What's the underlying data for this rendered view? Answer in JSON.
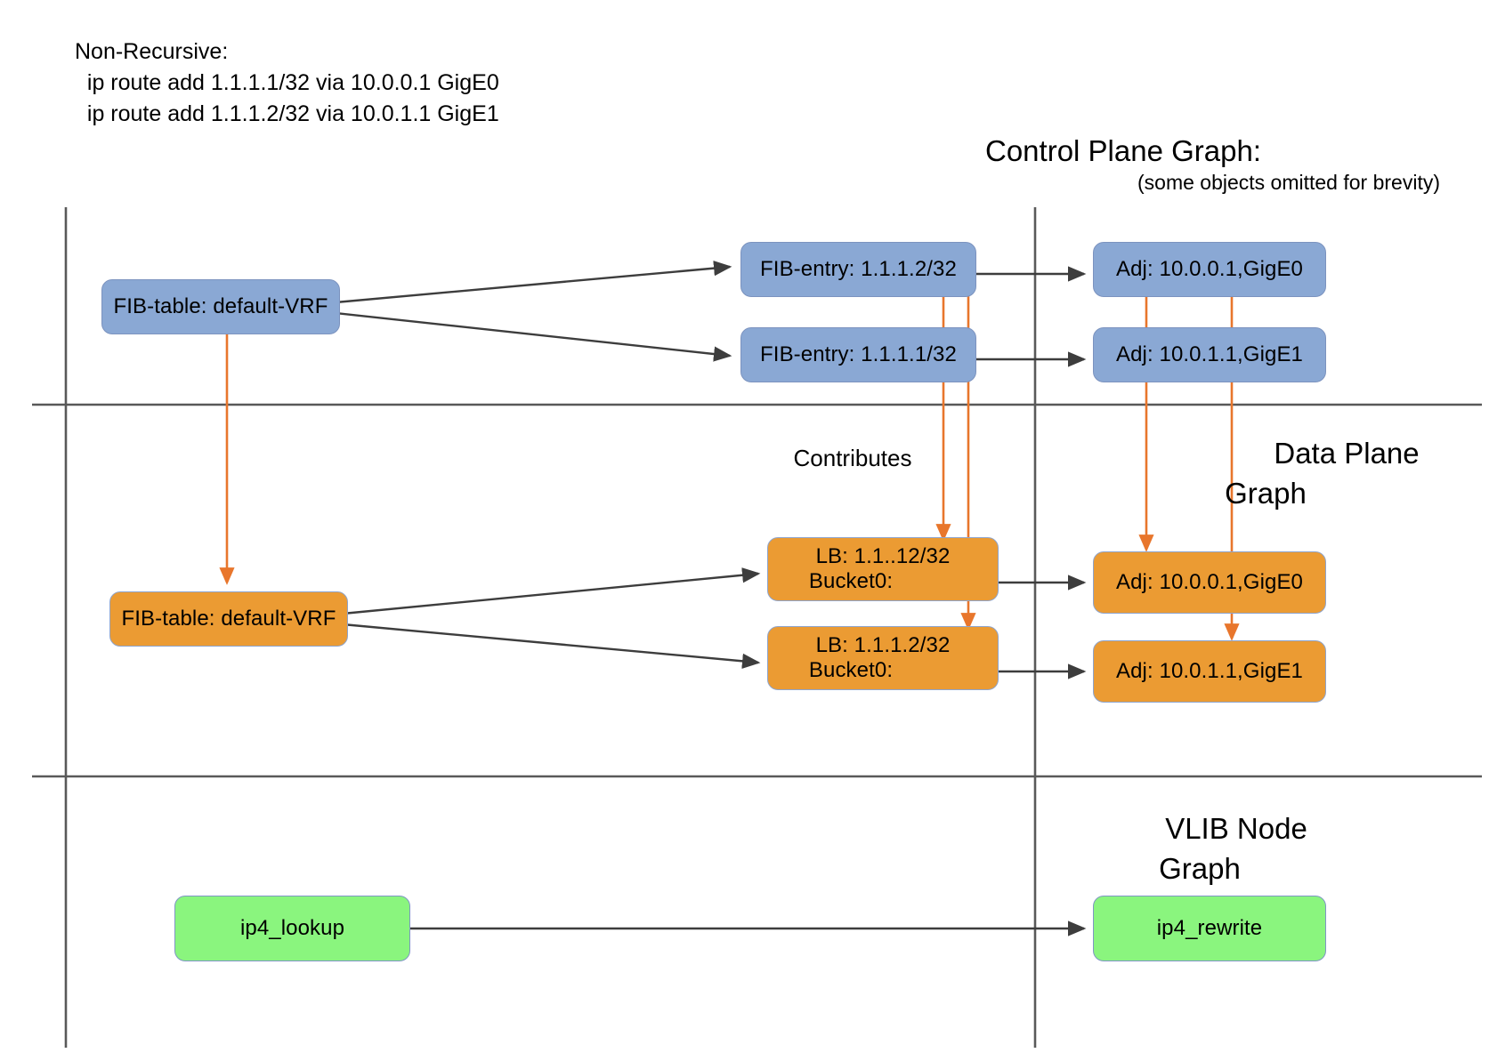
{
  "header": {
    "line1": "Non-Recursive:",
    "line2": "  ip route add 1.1.1.1/32 via 10.0.0.1 GigE0",
    "line3": "  ip route add 1.1.1.2/32 via 10.0.1.1 GigE1"
  },
  "sections": {
    "control_plane": {
      "title": "Control Plane Graph:",
      "subtitle": "(some objects omitted for brevity)"
    },
    "data_plane": {
      "title_line1": "Data Plane",
      "title_line2": "Graph"
    },
    "vlib": {
      "title_line1": "VLIB Node",
      "title_line2": "Graph"
    }
  },
  "labels": {
    "contributes": "Contributes"
  },
  "nodes": {
    "cp_fib_table": "FIB-table: default-VRF",
    "cp_fib_entry_2": "FIB-entry: 1.1.1.2/32",
    "cp_fib_entry_1": "FIB-entry: 1.1.1.1/32",
    "cp_adj_0": "Adj: 10.0.0.1,GigE0",
    "cp_adj_1": "Adj: 10.0.1.1,GigE1",
    "dp_fib_table": "FIB-table: default-VRF",
    "dp_lb_0_line1": "LB: 1.1..12/32",
    "dp_lb_0_line2": "Bucket0:",
    "dp_lb_1_line1": "LB: 1.1.1.2/32",
    "dp_lb_1_line2": "Bucket0:",
    "dp_adj_0": "Adj: 10.0.0.1,GigE0",
    "dp_adj_1": "Adj: 10.0.1.1,GigE1",
    "vlib_lookup": "ip4_lookup",
    "vlib_rewrite": "ip4_rewrite"
  },
  "colors": {
    "blue_fill": "#8aa8d4",
    "orange_fill": "#eb9b33",
    "green_fill": "#8af57e",
    "node_border": "#7f96c4",
    "arrow_black": "#3d3d3d",
    "arrow_orange": "#e8762c",
    "divider": "#595959"
  }
}
